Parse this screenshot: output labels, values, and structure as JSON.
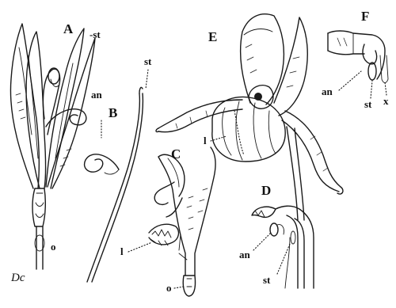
{
  "figure": {
    "panels": {
      "A": "A",
      "B": "B",
      "C": "C",
      "D": "D",
      "E": "E",
      "F": "F"
    },
    "labels": {
      "A_st": "-st",
      "A_o": "o",
      "B_st": "st",
      "B_an": "an",
      "C_l": "l",
      "C_o": "o",
      "D_an": "an",
      "D_st": "st",
      "E_l": "l",
      "F_an": "an",
      "F_st": "st",
      "F_x": "x"
    },
    "signature": "Dc"
  }
}
